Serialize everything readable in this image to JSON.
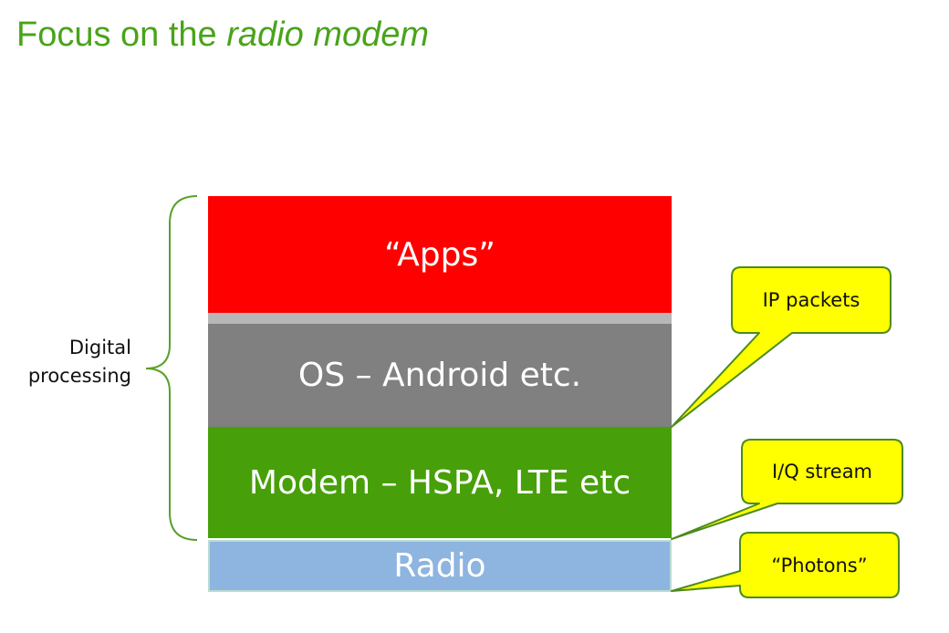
{
  "slide": {
    "title_plain": "Focus on the ",
    "title_italic": "radio modem"
  },
  "colors": {
    "title": "#4aa31a",
    "apps": "#ff0000",
    "separator": "#b7b7b7",
    "os": "#808080",
    "modem": "#47a00a",
    "radio": "#8eb4e0",
    "callout_fill": "#ffff00",
    "callout_stroke": "#4d8a1e",
    "brace": "#5aa02c"
  },
  "stack": {
    "layers": [
      {
        "id": "apps",
        "label": "“Apps”"
      },
      {
        "id": "os",
        "label": "OS – Android etc."
      },
      {
        "id": "modem",
        "label": "Modem – HSPA, LTE etc"
      },
      {
        "id": "radio",
        "label": "Radio"
      }
    ]
  },
  "brace": {
    "label_line1": "Digital",
    "label_line2": "processing"
  },
  "callouts": [
    {
      "id": "ip",
      "label": "IP packets"
    },
    {
      "id": "iq",
      "label": "I/Q stream"
    },
    {
      "id": "photons",
      "label": "“Photons”"
    }
  ]
}
